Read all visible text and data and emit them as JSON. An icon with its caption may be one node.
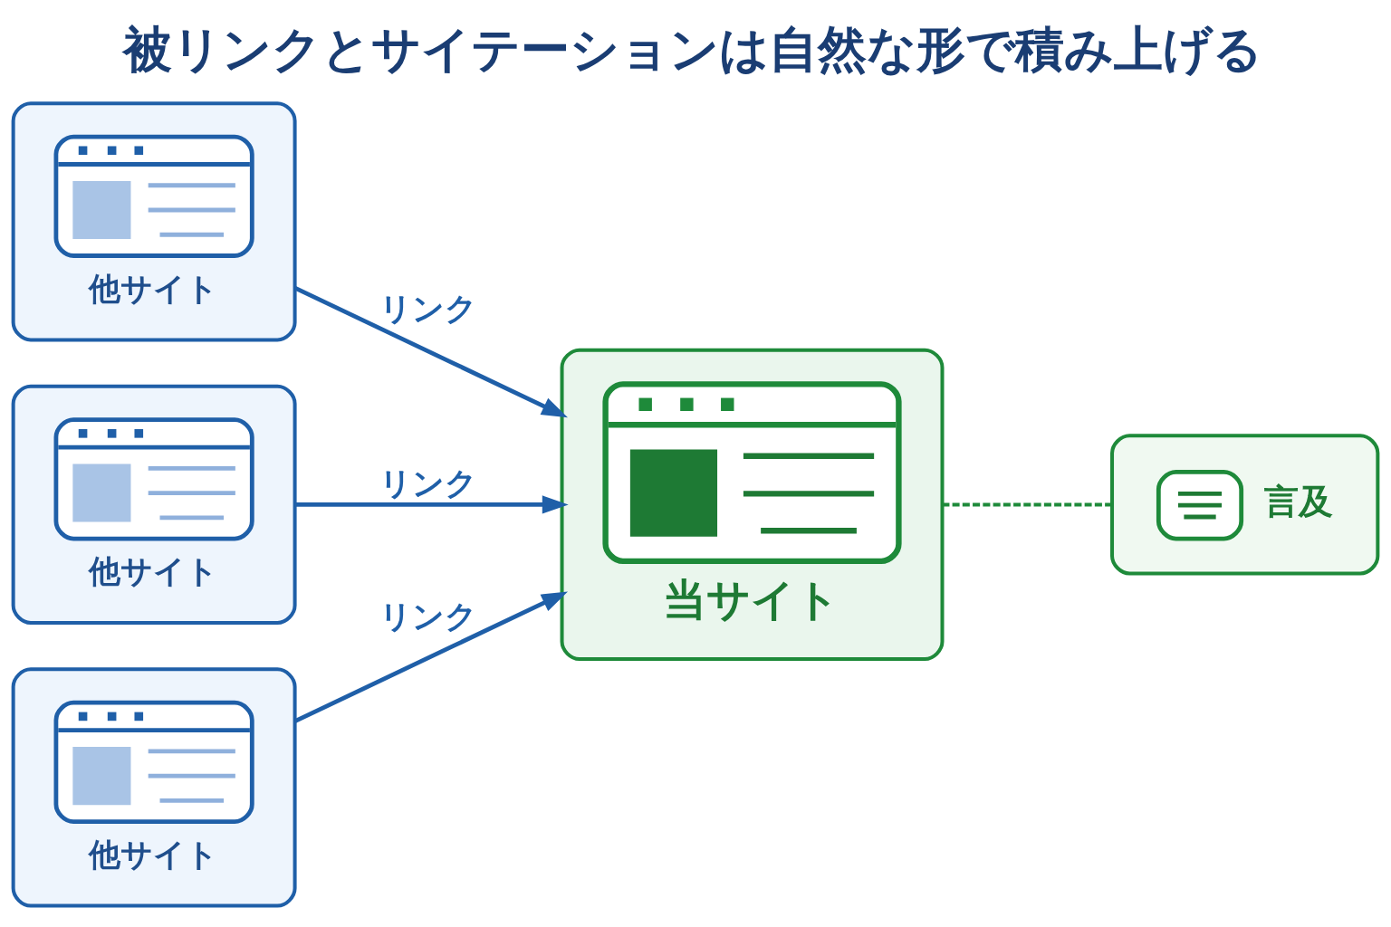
{
  "diagram": {
    "title": "被リンクとサイテーションは自然な形で積み上げる",
    "nodes": [
      {
        "text": [
          "他サイト"
        ]
      },
      {
        "text": [
          "他サイト"
        ]
      },
      {
        "text": [
          "他サイト"
        ]
      },
      {
        "text": [
          "当サイト"
        ]
      },
      {
        "text": [
          "言及"
        ]
      }
    ],
    "edges": [
      {
        "from": 0,
        "to": 3,
        "arrow": "to",
        "label": "リンク"
      },
      {
        "from": 1,
        "to": 3,
        "arrow": "to",
        "label": "リンク"
      },
      {
        "from": 2,
        "to": 3,
        "arrow": "to",
        "label": "リンク"
      },
      {
        "from": 3,
        "to": 4,
        "arrow": "none",
        "style": "dashed",
        "color": "#1e8a3a"
      }
    ]
  }
}
